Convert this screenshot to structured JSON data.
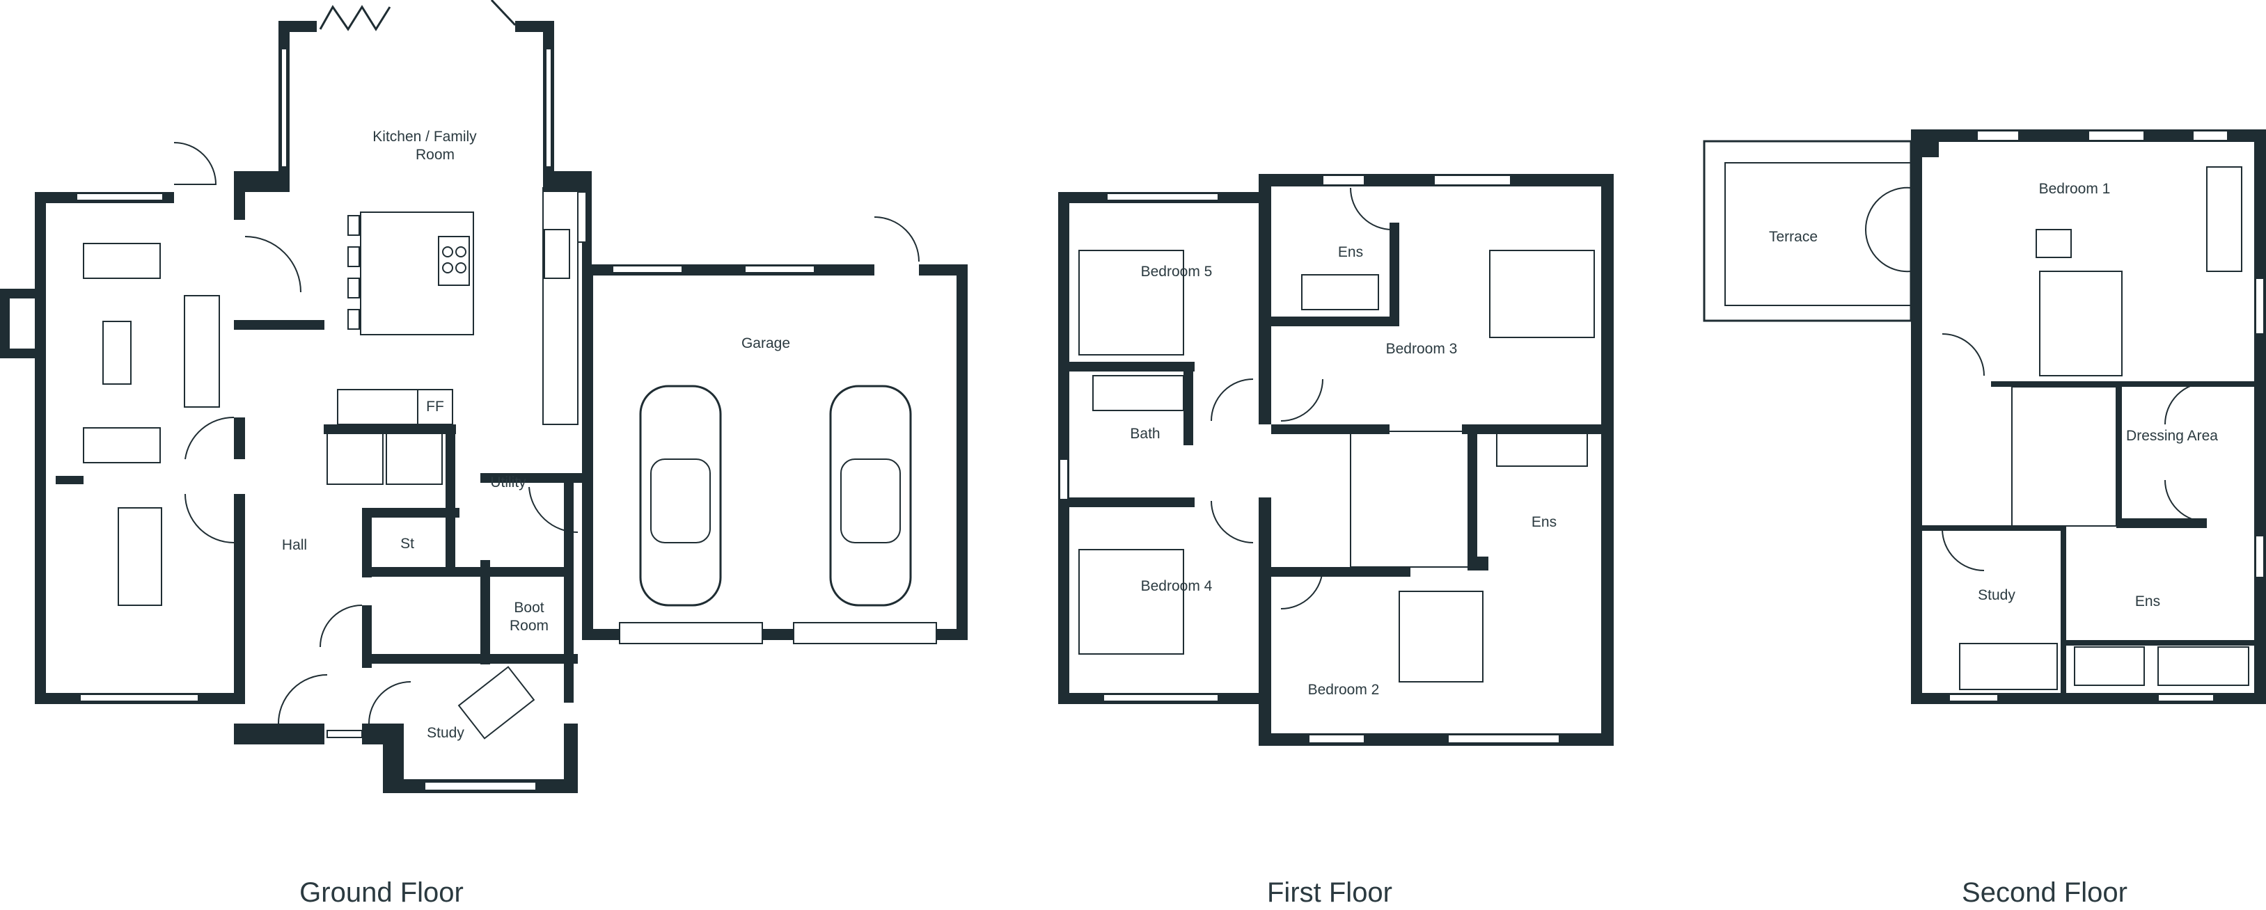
{
  "floors": {
    "ground": {
      "title": "Ground Floor",
      "rooms": {
        "kitchen_line1": "Kitchen / Family",
        "kitchen_line2": "Room",
        "garage": "Garage",
        "ff": "FF",
        "utility": "Utility",
        "hall": "Hall",
        "store": "St",
        "boot_line1": "Boot",
        "boot_line2": "Room",
        "study": "Study"
      }
    },
    "first": {
      "title": "First Floor",
      "rooms": {
        "bedroom5": "Bedroom 5",
        "ens_a": "Ens",
        "bedroom3": "Bedroom 3",
        "bath": "Bath",
        "ens_b": "Ens",
        "bedroom4": "Bedroom 4",
        "bedroom2": "Bedroom 2"
      }
    },
    "second": {
      "title": "Second Floor",
      "rooms": {
        "terrace": "Terrace",
        "bedroom1": "Bedroom 1",
        "dressing": "Dressing Area",
        "study": "Study",
        "ens": "Ens"
      }
    }
  },
  "colors": {
    "wall": "#1f2d33",
    "background": "#ffffff",
    "text": "#2b3a40"
  }
}
